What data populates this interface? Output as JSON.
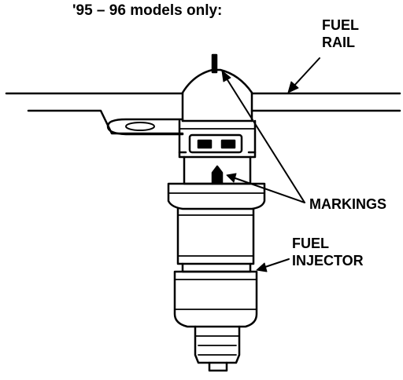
{
  "title": "'95 – 96 models only:",
  "labels": {
    "fuel_rail": {
      "line1": "FUEL",
      "line2": "RAIL"
    },
    "markings": "MARKINGS",
    "fuel_injector": {
      "line1": "FUEL",
      "line2": "INJECTOR"
    }
  }
}
